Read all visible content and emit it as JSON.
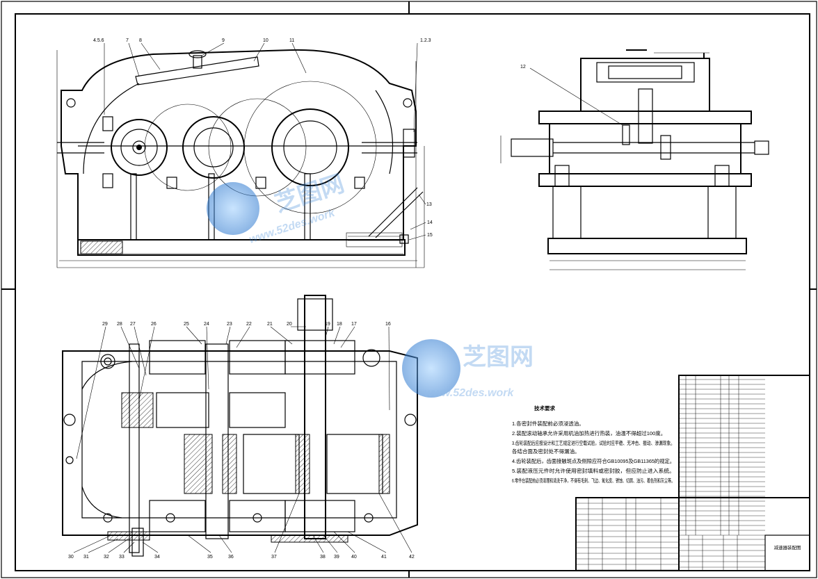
{
  "watermark": {
    "brand": "芝图网",
    "url": "www.52des.work",
    "color": "#3a86d8"
  },
  "tech_notes": {
    "title": "技术要求",
    "lines": [
      "1.各密封件装配前必须浸透油。",
      "2.装配滚动轴承允许采用机油加热进行热装，油温不得超过100度。",
      "3.齿轮装配后应按设计和工艺规定进行空载试验，试验时应平稳、无冲击、振动、渗漏现象。",
      "各结合面及密封处不得漏油。",
      "4.齿轮装配后，齿面接触斑点及侧隙应符合GB10095及GB11365的规定。",
      "5.装配液压元件时允许使用密封填料或密封胶，但应防止进入系统。",
      "6.零件在装配前必须清理和清洗干净，不得有毛刺、飞边、氧化皮、锈蚀、切屑、油污、着色剂和灰尘等。"
    ]
  },
  "title_block": {
    "drawing_title": "减速器装配图"
  },
  "callouts_top": [
    "4.5.6",
    "7",
    "8",
    "9",
    "10",
    "11",
    "1.2.3",
    "12",
    "13",
    "14",
    "15"
  ],
  "callouts_plan_top": [
    "29",
    "28",
    "27",
    "26",
    "25",
    "24",
    "23",
    "22",
    "21",
    "20",
    "19",
    "18",
    "17",
    "16"
  ],
  "callouts_plan_bottom": [
    "30",
    "31",
    "32",
    "33",
    "34",
    "35",
    "36",
    "37",
    "38",
    "39",
    "40",
    "41",
    "42"
  ]
}
